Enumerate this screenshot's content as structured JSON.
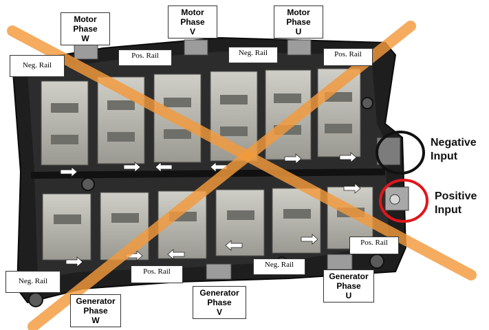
{
  "labels": {
    "motor_w": [
      "Motor",
      "Phase",
      "W"
    ],
    "motor_v": [
      "Motor",
      "Phase",
      "V"
    ],
    "motor_u": [
      "Motor",
      "Phase",
      "U"
    ],
    "gen_w": [
      "Generator",
      "Phase",
      "W"
    ],
    "gen_v": [
      "Generator",
      "Phase",
      "V"
    ],
    "gen_u": [
      "Generator",
      "Phase",
      "U"
    ],
    "neg_rail": "Neg. Rail",
    "pos_rail": "Pos. Rail",
    "negative_input": [
      "Negative",
      "Input"
    ],
    "positive_input": [
      "Positive",
      "Input"
    ]
  },
  "colors": {
    "cross": "#f39a3c",
    "negative_circle": "#111111",
    "positive_circle": "#e0161b"
  }
}
